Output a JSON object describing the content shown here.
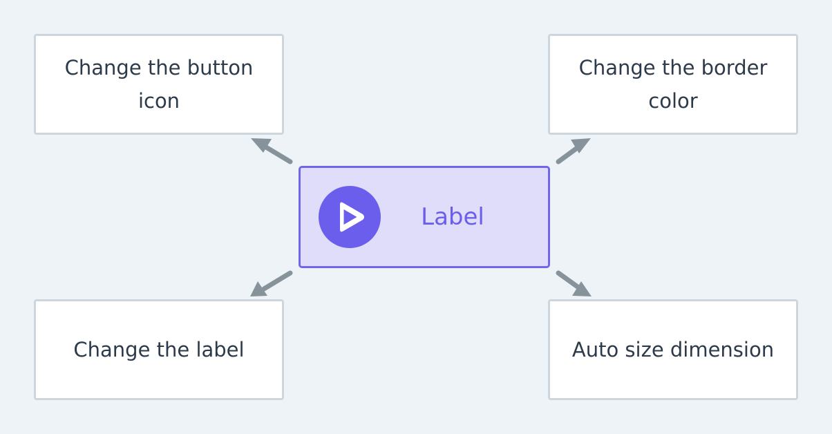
{
  "center_button": {
    "icon": "play-icon",
    "label": "Label",
    "colors": {
      "fill": "#e0ddfb",
      "border": "#7165ea",
      "accent": "#6c5eec"
    }
  },
  "boxes": {
    "top_left": "Change the button icon",
    "top_right": "Change the border color",
    "bottom_left": "Change the label",
    "bottom_right": "Auto size dimension"
  },
  "colors": {
    "background": "#eef3f8",
    "box_border": "#cdd5dd",
    "arrow": "#87939b",
    "text": "#2c3a4a"
  }
}
